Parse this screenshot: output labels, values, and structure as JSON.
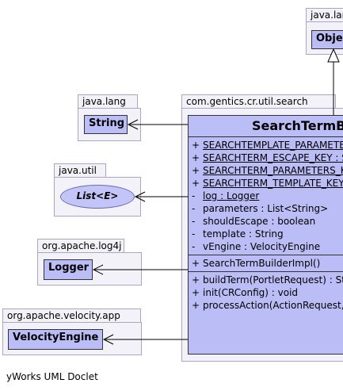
{
  "packages": {
    "java_lang_top": "java.lang",
    "java_lang": "java.lang",
    "java_util": "java.util",
    "log4j": "org.apache.log4j",
    "velocity": "org.apache.velocity.app",
    "search": "com.gentics.cr.util.search"
  },
  "classes": {
    "object": "Object",
    "string": "String",
    "list": "List<E>",
    "logger": "Logger",
    "velocity_engine": "VelocityEngine"
  },
  "main_class": {
    "name": "SearchTermBuilderImpl",
    "fields": [
      {
        "vis": "+",
        "text": "SEARCHTEMPLATE_PARAMETERS_KEY : String",
        "static": true
      },
      {
        "vis": "+",
        "text": "SEARCHTERM_ESCAPE_KEY : String",
        "static": true
      },
      {
        "vis": "+",
        "text": "SEARCHTERM_PARAMETERS_KEY : String",
        "static": true
      },
      {
        "vis": "+",
        "text": "SEARCHTERM_TEMPLATE_KEY : String",
        "static": true
      },
      {
        "vis": "-",
        "text": "log : Logger",
        "static": true
      },
      {
        "vis": "-",
        "text": "parameters : List<String>",
        "static": false
      },
      {
        "vis": "-",
        "text": "shouldEscape : boolean",
        "static": false
      },
      {
        "vis": "-",
        "text": "template : String",
        "static": false
      },
      {
        "vis": "-",
        "text": "vEngine : VelocityEngine",
        "static": false
      }
    ],
    "constructors": [
      {
        "vis": "+",
        "text": "SearchTermBuilderImpl()"
      }
    ],
    "methods": [
      {
        "vis": "+",
        "text": "buildTerm(PortletRequest) : String"
      },
      {
        "vis": "+",
        "text": "init(CRConfig) : void"
      },
      {
        "vis": "+",
        "text": "processAction(ActionRequest, ActionResponse) : void"
      }
    ]
  },
  "footer": "yWorks UML Doclet"
}
